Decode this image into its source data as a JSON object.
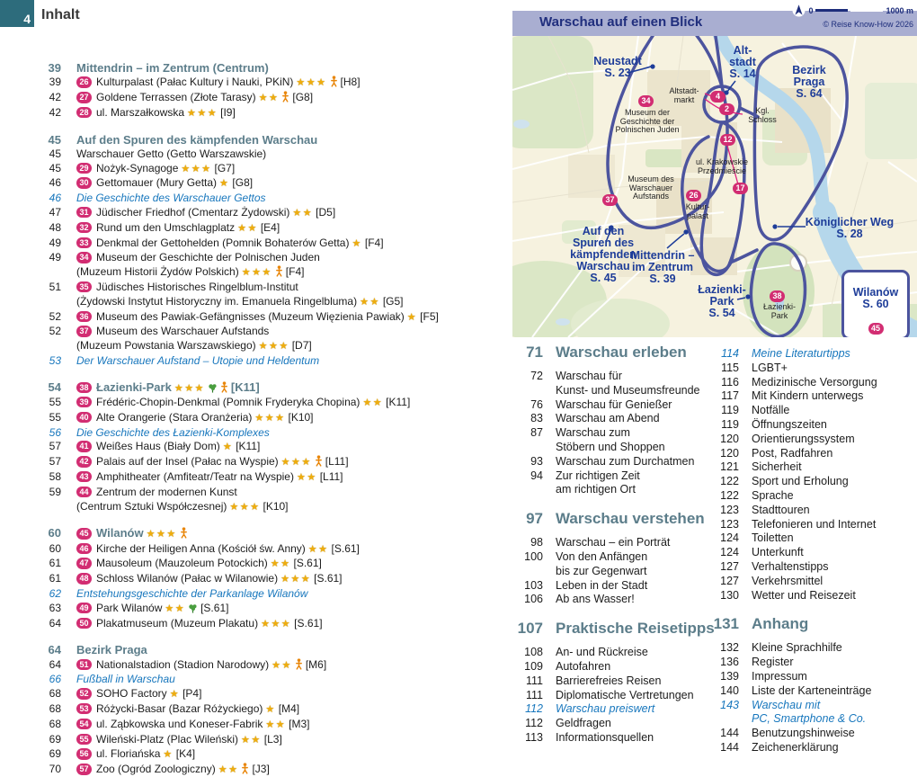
{
  "header": {
    "page_number": "4",
    "title": "Inhalt"
  },
  "colors": {
    "corner_tab_teal": "#2d6c7c",
    "section_heading": "#5c7d8a",
    "badge_pink": "#d22d72",
    "essay_blue": "#1877bd",
    "star_gold": "#efad0e",
    "person_orange": "#e8860a",
    "tree_green": "#4a9e3f",
    "map_band": "#a9aed1",
    "map_navy": "#1e3d99",
    "route_blue": "#4c549e",
    "river_blue": "#b5d7eb",
    "map_background": "#f6f2df",
    "park_green": "#dbe7c6"
  },
  "map": {
    "title": "Warschau auf einen Blick",
    "scale": {
      "zero": "0",
      "label": "1000 m"
    },
    "copyright": "© Reise Know-How 2026",
    "labels": {
      "neustadt": "Neustadt\nS. 23",
      "altstadt": "Alt-\nstadt\nS. 14",
      "bezirk_praga": "Bezirk\nPraga\nS. 64",
      "altstadtmarkt": "Altstadt-\nmarkt",
      "kgl_schloss": "Kgl.\nSchloss",
      "museum_juden": "Museum der\nGeschichte der\nPolnischen Juden",
      "ul_krakowskie": "ul. Krakowskie\nPrzedmieście",
      "museum_aufstand": "Museum des\nWarschauer\nAufstands",
      "kulturpalast": "Kultur-\npalast",
      "spuren": "Auf den\nSpuren des\nkämpfenden\nWarschau\nS. 45",
      "mittendrin": "Mittendrin –\nim Zentrum\nS. 39",
      "koeniglicher_weg": "Königlicher Weg\nS. 28",
      "lazienki": "Łazienki-\nPark\nS. 54",
      "lazienki_park_small": "Łazienki-\nPark",
      "wilanow": "Wilanów\nS. 60"
    },
    "badges": {
      "museum_juden": "34",
      "altstadt_a": "4",
      "altstadt_b": "2",
      "krakowskie": "12",
      "krakowskie_b": "17",
      "museum_aufstand": "37",
      "kulturpalast": "26",
      "lazienki": "38",
      "wilanow": "45"
    }
  },
  "toc_left": {
    "sections": [
      {
        "rows": [
          {
            "page": "39",
            "type": "section",
            "label": "Mittendrin – im Zentrum (Centrum)"
          },
          {
            "page": "39",
            "type": "item",
            "badge": "26",
            "label": "Kulturpalast (Pałac Kultury i Nauki, PKiN)",
            "stars": 3,
            "icons": [
              "person"
            ],
            "ref": "[H8]"
          },
          {
            "page": "42",
            "type": "item",
            "badge": "27",
            "label": "Goldene Terrassen (Złote Tarasy)",
            "stars": 2,
            "icons": [
              "person"
            ],
            "ref": "[G8]"
          },
          {
            "page": "42",
            "type": "item",
            "badge": "28",
            "label": "ul. Marszałkowska",
            "stars": 3,
            "ref": "[I9]"
          }
        ]
      },
      {
        "rows": [
          {
            "page": "45",
            "type": "section",
            "label": "Auf den Spuren des kämpfenden Warschau"
          },
          {
            "page": "45",
            "type": "plain",
            "label": "Warschauer Getto (Getto Warszawskie)"
          },
          {
            "page": "45",
            "type": "item",
            "badge": "29",
            "label": "Nożyk-Synagoge",
            "stars": 3,
            "ref": "[G7]"
          },
          {
            "page": "46",
            "type": "item",
            "badge": "30",
            "label": "Gettomauer (Mury Getta)",
            "stars": 1,
            "ref": "[G8]"
          },
          {
            "page": "46",
            "type": "essay",
            "label": "Die Geschichte des Warschauer Gettos"
          },
          {
            "page": "47",
            "type": "item",
            "badge": "31",
            "label": "Jüdischer Friedhof (Cmentarz Żydowski)",
            "stars": 2,
            "ref": "[D5]"
          },
          {
            "page": "48",
            "type": "item",
            "badge": "32",
            "label": "Rund um den Umschlagplatz",
            "stars": 2,
            "ref": "[E4]"
          },
          {
            "page": "49",
            "type": "item",
            "badge": "33",
            "label": "Denkmal der Gettohelden (Pomnik Bohaterów Getta)",
            "stars": 1,
            "ref": "[F4]"
          },
          {
            "page": "49",
            "type": "item",
            "badge": "34",
            "label": "Museum der Geschichte der Polnischen Juden"
          },
          {
            "page": "",
            "type": "cont",
            "label": "(Muzeum Historii Żydów Polskich)",
            "stars": 3,
            "icons": [
              "person"
            ],
            "ref": "[F4]"
          },
          {
            "page": "51",
            "type": "item",
            "badge": "35",
            "label": "Jüdisches Historisches Ringelblum-Institut"
          },
          {
            "page": "",
            "type": "cont",
            "label": "(Żydowski Instytut Historyczny im. Emanuela Ringelbluma)",
            "stars": 2,
            "ref": "[G5]"
          },
          {
            "page": "52",
            "type": "item",
            "badge": "36",
            "label": "Museum des Pawiak-Gefängnisses (Muzeum Więzienia Pawiak)",
            "stars": 1,
            "ref": "[F5]"
          },
          {
            "page": "52",
            "type": "item",
            "badge": "37",
            "label": "Museum des Warschauer Aufstands"
          },
          {
            "page": "",
            "type": "cont",
            "label": "(Muzeum Powstania Warszawskiego)",
            "stars": 3,
            "ref": "[D7]"
          },
          {
            "page": "53",
            "type": "essay",
            "label": "Der Warschauer Aufstand – Utopie und Heldentum"
          }
        ]
      },
      {
        "rows": [
          {
            "page": "54",
            "type": "section",
            "badge": "38",
            "label": "Łazienki-Park",
            "stars": 3,
            "icons": [
              "tree",
              "person"
            ],
            "ref": "[K11]"
          },
          {
            "page": "55",
            "type": "item",
            "badge": "39",
            "label": "Frédéric-Chopin-Denkmal (Pomnik Fryderyka Chopina)",
            "stars": 2,
            "ref": "[K11]"
          },
          {
            "page": "55",
            "type": "item",
            "badge": "40",
            "label": "Alte Orangerie (Stara Oranżeria)",
            "stars": 3,
            "ref": "[K10]"
          },
          {
            "page": "56",
            "type": "essay",
            "label": "Die Geschichte des Łazienki-Komplexes"
          },
          {
            "page": "57",
            "type": "item",
            "badge": "41",
            "label": "Weißes Haus (Biały Dom)",
            "stars": 1,
            "ref": "[K11]"
          },
          {
            "page": "57",
            "type": "item",
            "badge": "42",
            "label": "Palais auf der Insel (Pałac na Wyspie)",
            "stars": 3,
            "icons": [
              "person"
            ],
            "ref": "[L11]"
          },
          {
            "page": "58",
            "type": "item",
            "badge": "43",
            "label": "Amphitheater (Amfiteatr/Teatr na Wyspie)",
            "stars": 2,
            "ref": "[L11]"
          },
          {
            "page": "59",
            "type": "item",
            "badge": "44",
            "label": "Zentrum der modernen Kunst"
          },
          {
            "page": "",
            "type": "cont",
            "label": "(Centrum Sztuki Współczesnej)",
            "stars": 3,
            "ref": "[K10]"
          }
        ]
      },
      {
        "rows": [
          {
            "page": "60",
            "type": "section",
            "badge": "45",
            "label": "Wilanów",
            "stars": 3,
            "icons": [
              "person"
            ]
          },
          {
            "page": "60",
            "type": "item",
            "badge": "46",
            "label": "Kirche der Heiligen Anna (Kościół św. Anny)",
            "stars": 2,
            "ref": "[S.61]"
          },
          {
            "page": "61",
            "type": "item",
            "badge": "47",
            "label": "Mausoleum (Mauzoleum Potockich)",
            "stars": 2,
            "ref": "[S.61]"
          },
          {
            "page": "61",
            "type": "item",
            "badge": "48",
            "label": "Schloss Wilanów (Pałac w Wilanowie)",
            "stars": 3,
            "ref": "[S.61]"
          },
          {
            "page": "62",
            "type": "essay",
            "label": "Entstehungsgeschichte der Parkanlage Wilanów"
          },
          {
            "page": "63",
            "type": "item",
            "badge": "49",
            "label": "Park Wilanów",
            "stars": 2,
            "icons": [
              "tree"
            ],
            "ref": "[S.61]"
          },
          {
            "page": "64",
            "type": "item",
            "badge": "50",
            "label": "Plakatmuseum (Muzeum Plakatu)",
            "stars": 3,
            "ref": "[S.61]"
          }
        ]
      },
      {
        "rows": [
          {
            "page": "64",
            "type": "section",
            "label": "Bezirk Praga"
          },
          {
            "page": "64",
            "type": "item",
            "badge": "51",
            "label": "Nationalstadion (Stadion Narodowy)",
            "stars": 2,
            "icons": [
              "person"
            ],
            "ref": "[M6]"
          },
          {
            "page": "66",
            "type": "essay",
            "label": "Fußball in Warschau"
          },
          {
            "page": "68",
            "type": "item",
            "badge": "52",
            "label": "SOHO Factory",
            "stars": 1,
            "ref": "[P4]"
          },
          {
            "page": "68",
            "type": "item",
            "badge": "53",
            "label": "Różycki-Basar (Bazar Różyckiego)",
            "stars": 1,
            "ref": "[M4]"
          },
          {
            "page": "68",
            "type": "item",
            "badge": "54",
            "label": "ul. Ząbkowska und Koneser-Fabrik",
            "stars": 2,
            "ref": "[M3]"
          },
          {
            "page": "69",
            "type": "item",
            "badge": "55",
            "label": "Wileński-Platz (Plac Wileński)",
            "stars": 2,
            "ref": "[L3]"
          },
          {
            "page": "69",
            "type": "item",
            "badge": "56",
            "label": "ul. Floriańska",
            "stars": 1,
            "ref": "[K4]"
          },
          {
            "page": "70",
            "type": "item",
            "badge": "57",
            "label": "Zoo (Ogród Zoologiczny)",
            "stars": 2,
            "icons": [
              "person"
            ],
            "ref": "[J3]"
          }
        ]
      }
    ]
  },
  "toc_col1": {
    "rows": [
      {
        "page": "71",
        "type": "big",
        "label": "Warschau erleben"
      },
      {
        "page": "72",
        "type": "item",
        "label": "Warschau für"
      },
      {
        "page": "",
        "type": "cont",
        "label": "Kunst- und Museumsfreunde"
      },
      {
        "page": "76",
        "type": "item",
        "label": "Warschau für Genießer"
      },
      {
        "page": "83",
        "type": "item",
        "label": "Warschau am Abend"
      },
      {
        "page": "87",
        "type": "item",
        "label": "Warschau zum"
      },
      {
        "page": "",
        "type": "cont",
        "label": "Stöbern und Shoppen"
      },
      {
        "page": "93",
        "type": "item",
        "label": "Warschau zum Durchatmen"
      },
      {
        "page": "94",
        "type": "item",
        "label": "Zur richtigen Zeit"
      },
      {
        "page": "",
        "type": "cont",
        "label": "am richtigen Ort"
      },
      {
        "page": "97",
        "type": "big",
        "label": "Warschau verstehen"
      },
      {
        "page": "98",
        "type": "item",
        "label": "Warschau – ein Porträt"
      },
      {
        "page": "100",
        "type": "item",
        "label": "Von den Anfängen"
      },
      {
        "page": "",
        "type": "cont",
        "label": "bis zur Gegenwart"
      },
      {
        "page": "103",
        "type": "item",
        "label": "Leben in der Stadt"
      },
      {
        "page": "106",
        "type": "item",
        "label": "Ab ans Wasser!"
      },
      {
        "page": "107",
        "type": "big",
        "label": "Praktische Reisetipps"
      },
      {
        "page": "108",
        "type": "item",
        "label": "An- und Rückreise"
      },
      {
        "page": "109",
        "type": "item",
        "label": "Autofahren"
      },
      {
        "page": "111",
        "type": "item",
        "label": "Barrierefreies Reisen"
      },
      {
        "page": "111",
        "type": "item",
        "label": "Diplomatische Vertretungen"
      },
      {
        "page": "112",
        "type": "essay",
        "label": "Warschau preiswert"
      },
      {
        "page": "112",
        "type": "item",
        "label": "Geldfragen"
      },
      {
        "page": "113",
        "type": "item",
        "label": "Informationsquellen"
      }
    ]
  },
  "toc_col2": {
    "rows": [
      {
        "page": "114",
        "type": "essay",
        "label": "Meine Literaturtipps"
      },
      {
        "page": "115",
        "type": "item",
        "label": "LGBT+"
      },
      {
        "page": "116",
        "type": "item",
        "label": "Medizinische Versorgung"
      },
      {
        "page": "117",
        "type": "item",
        "label": "Mit Kindern unterwegs"
      },
      {
        "page": "119",
        "type": "item",
        "label": "Notfälle"
      },
      {
        "page": "119",
        "type": "item",
        "label": "Öffnungszeiten"
      },
      {
        "page": "120",
        "type": "item",
        "label": "Orientierungssystem"
      },
      {
        "page": "120",
        "type": "item",
        "label": "Post, Radfahren"
      },
      {
        "page": "121",
        "type": "item",
        "label": "Sicherheit"
      },
      {
        "page": "122",
        "type": "item",
        "label": "Sport und Erholung"
      },
      {
        "page": "122",
        "type": "item",
        "label": "Sprache"
      },
      {
        "page": "123",
        "type": "item",
        "label": "Stadttouren"
      },
      {
        "page": "123",
        "type": "item",
        "label": "Telefonieren und Internet"
      },
      {
        "page": "124",
        "type": "item",
        "label": "Toiletten"
      },
      {
        "page": "124",
        "type": "item",
        "label": "Unterkunft"
      },
      {
        "page": "127",
        "type": "item",
        "label": "Verhaltenstipps"
      },
      {
        "page": "127",
        "type": "item",
        "label": "Verkehrsmittel"
      },
      {
        "page": "130",
        "type": "item",
        "label": "Wetter und Reisezeit"
      },
      {
        "page": "131",
        "type": "big",
        "label": "Anhang"
      },
      {
        "page": "132",
        "type": "item",
        "label": "Kleine Sprachhilfe"
      },
      {
        "page": "136",
        "type": "item",
        "label": "Register"
      },
      {
        "page": "139",
        "type": "item",
        "label": "Impressum"
      },
      {
        "page": "140",
        "type": "item",
        "label": "Liste der Karteneinträge"
      },
      {
        "page": "143",
        "type": "essay",
        "label": "Warschau mit"
      },
      {
        "page": "",
        "type": "essay-cont",
        "label": "PC, Smartphone & Co."
      },
      {
        "page": "144",
        "type": "item",
        "label": "Benutzungshinweise"
      },
      {
        "page": "144",
        "type": "item",
        "label": "Zeichenerklärung"
      }
    ]
  }
}
